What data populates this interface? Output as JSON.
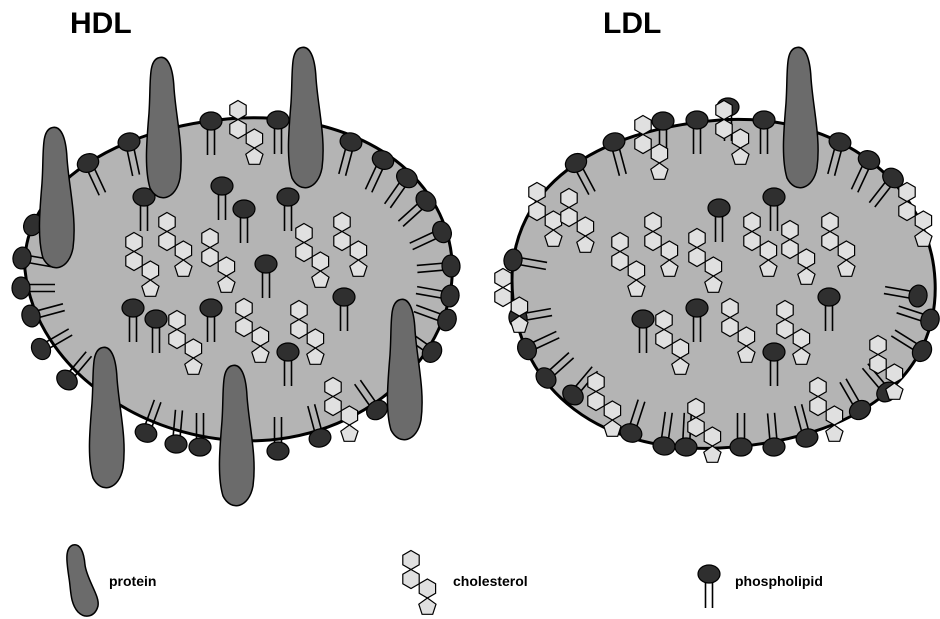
{
  "titles": {
    "left": "HDL",
    "right": "LDL"
  },
  "legend": {
    "protein": "protein",
    "cholesterol": "cholesterol",
    "phospholipid": "phospholipid"
  },
  "colors": {
    "core": "#b4b4b4",
    "protein": "#6b6b6b",
    "phospholipid_head": "#2f2f2f",
    "cholesterol": "#e0e0e0",
    "outline": "#000000"
  }
}
